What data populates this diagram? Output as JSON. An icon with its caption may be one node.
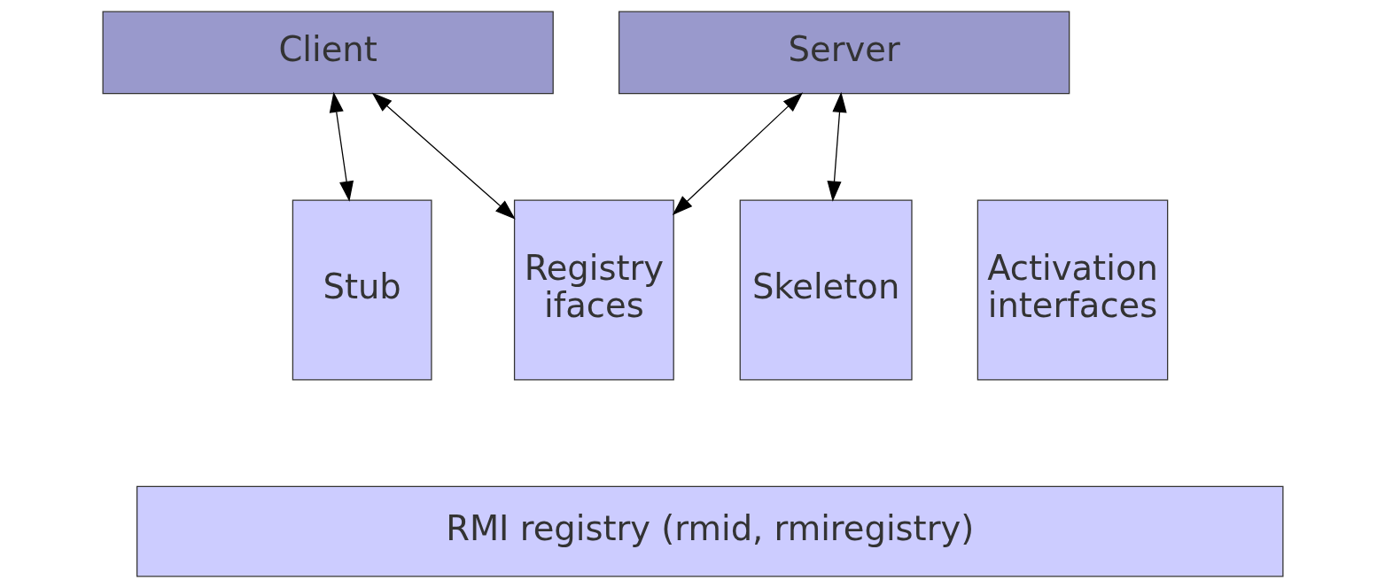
{
  "diagram": {
    "nodes": [
      {
        "text": [
          "Client"
        ]
      },
      {
        "text": [
          "Server"
        ]
      },
      {
        "text": [
          "Stub"
        ]
      },
      {
        "text": [
          "Registry ifaces"
        ]
      },
      {
        "text": [
          "Skeleton"
        ]
      },
      {
        "text": [
          "Activation interfaces"
        ]
      },
      {
        "text": [
          "RMI registry (rmid, rmiregistry)"
        ]
      }
    ],
    "edges": [
      {
        "from": 0,
        "to": 2,
        "arrow": "both"
      },
      {
        "from": 0,
        "to": 3,
        "arrow": "both"
      },
      {
        "from": 1,
        "to": 3,
        "arrow": "both"
      },
      {
        "from": 1,
        "to": 4,
        "arrow": "both"
      }
    ]
  }
}
